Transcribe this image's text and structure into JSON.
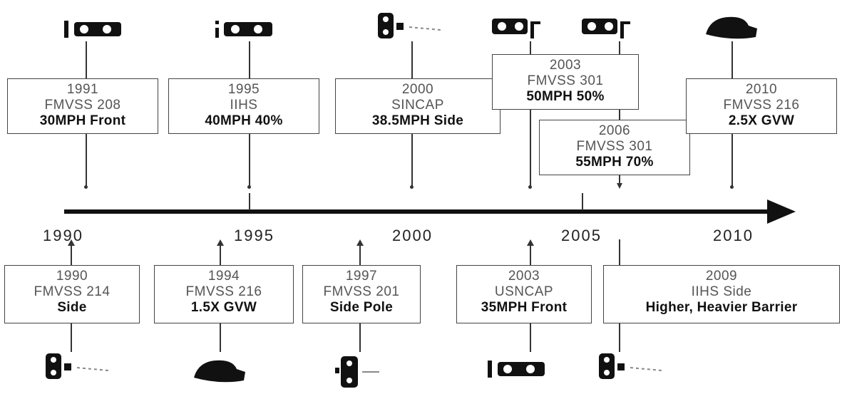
{
  "axis": {
    "year_labels": [
      "1990",
      "1995",
      "2000",
      "2005",
      "2010"
    ]
  },
  "top_events": [
    {
      "year": "1991",
      "standard": "FMVSS 208",
      "detail": "30MPH Front",
      "icon": "frontal-crash-icon"
    },
    {
      "year": "1995",
      "standard": "IIHS",
      "detail": "40MPH 40%",
      "icon": "offset-crash-icon"
    },
    {
      "year": "2000",
      "standard": "SINCAP",
      "detail": "38.5MPH Side",
      "icon": "side-crash-icon"
    },
    {
      "year": "2003",
      "standard": "FMVSS 301",
      "detail": "50MPH 50%",
      "icon": "rear-crash-icon"
    },
    {
      "year": "2006",
      "standard": "FMVSS 301",
      "detail": "55MPH 70%",
      "icon": "rear-crash-icon"
    },
    {
      "year": "2010",
      "standard": "FMVSS 216",
      "detail": "2.5X GVW",
      "icon": "roof-crush-icon"
    }
  ],
  "bottom_events": [
    {
      "year": "1990",
      "standard": "FMVSS 214",
      "detail": "Side",
      "icon": "side-crash-icon"
    },
    {
      "year": "1994",
      "standard": "FMVSS 216",
      "detail": "1.5X GVW",
      "icon": "roof-crush-icon"
    },
    {
      "year": "1997",
      "standard": "FMVSS 201",
      "detail": "Side Pole",
      "icon": "side-pole-icon"
    },
    {
      "year": "2003",
      "standard": "USNCAP",
      "detail": "35MPH Front",
      "icon": "frontal-crash-icon"
    },
    {
      "year": "2009",
      "standard": "IIHS Side",
      "detail": "Higher, Heavier Barrier",
      "icon": "side-crash-icon"
    }
  ]
}
